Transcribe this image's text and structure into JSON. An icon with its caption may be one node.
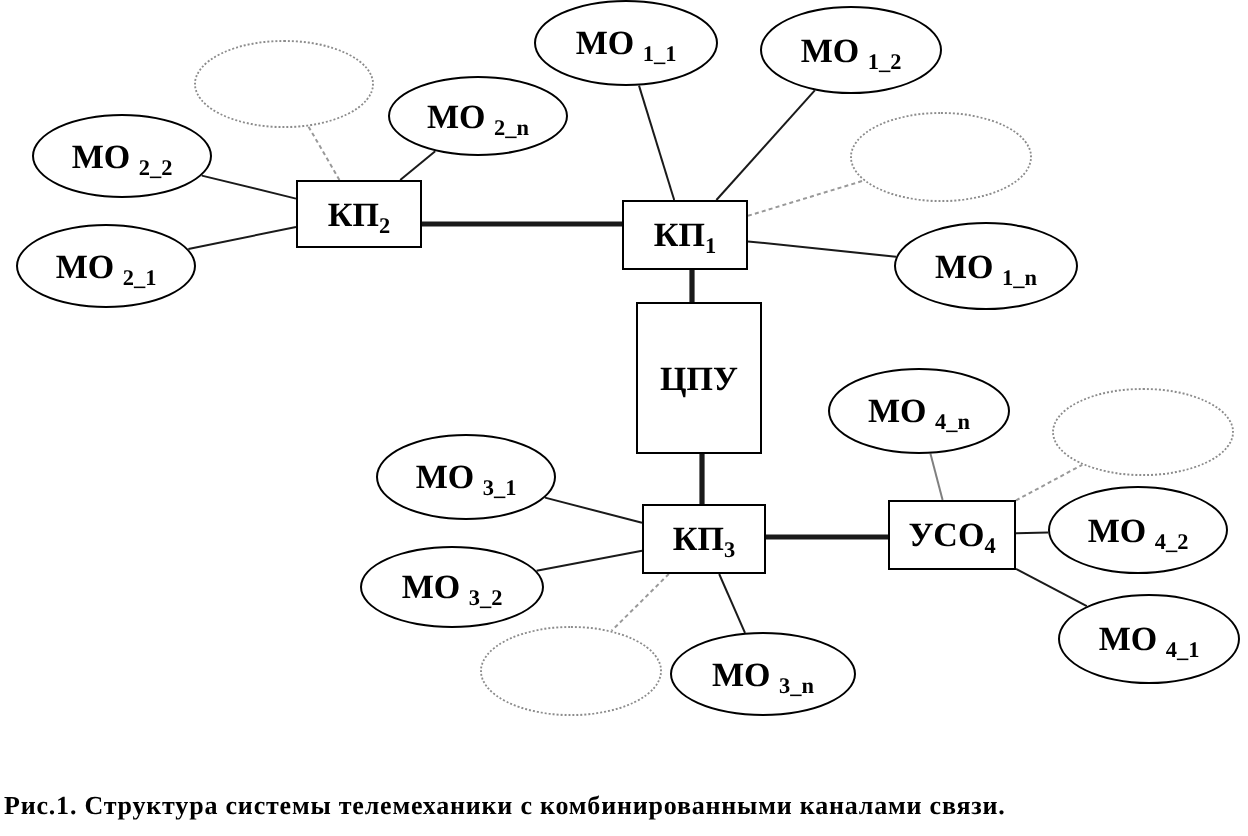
{
  "diagram": {
    "caption": "Рис.1. Структура системы телемеханики с комбинированными каналами связи.",
    "nodes": [
      {
        "text": [
          "КП$_{1}$"
        ]
      },
      {
        "text": [
          "МО $_{1_1}$"
        ]
      },
      {
        "text": [
          "МО $_{1_2}$"
        ]
      },
      {
        "text": [],
        "shape": "ellipse"
      },
      {
        "text": [
          "МО $_{1_n}$"
        ]
      },
      {
        "text": [
          "КП$_{2}$"
        ]
      },
      {
        "text": [
          "МО $_{2_1}$"
        ]
      },
      {
        "text": [
          "МО $_{2_2}$"
        ]
      },
      {
        "text": [],
        "shape": "ellipse"
      },
      {
        "text": [
          "МО $_{2_n}$"
        ]
      },
      {
        "text": [
          "ЦПУ"
        ]
      },
      {
        "text": [
          "КП$_{3}$"
        ]
      },
      {
        "text": [
          "МО $_{3_1}$"
        ]
      },
      {
        "text": [
          "МО $_{3_2}$"
        ]
      },
      {
        "text": [],
        "shape": "ellipse"
      },
      {
        "text": [
          "МО $_{3_n}$"
        ]
      },
      {
        "text": [
          "УСО$_{4}$"
        ]
      },
      {
        "text": [
          "МО $_{4_n}$"
        ]
      },
      {
        "text": [],
        "shape": "ellipse"
      },
      {
        "text": [
          "МО $_{4_2}$"
        ]
      },
      {
        "text": [
          "МО $_{4_1}$"
        ]
      }
    ],
    "edges": [
      {
        "from": 5,
        "to": 0,
        "arrow": "none",
        "style": "thick"
      },
      {
        "from": 0,
        "to": 10,
        "arrow": "none",
        "style": "thick"
      },
      {
        "from": 10,
        "to": 11,
        "arrow": "none",
        "style": "thick"
      },
      {
        "from": 11,
        "to": 16,
        "arrow": "none",
        "style": "thick"
      },
      {
        "from": 0,
        "to": 1,
        "arrow": "none"
      },
      {
        "from": 0,
        "to": 2,
        "arrow": "none"
      },
      {
        "from": 0,
        "to": 3,
        "arrow": "none",
        "style": "dashed",
        "color": "#999999"
      },
      {
        "from": 0,
        "to": 4,
        "arrow": "none"
      },
      {
        "from": 5,
        "to": 6,
        "arrow": "none"
      },
      {
        "from": 5,
        "to": 7,
        "arrow": "none"
      },
      {
        "from": 5,
        "to": 8,
        "arrow": "none",
        "style": "dashed",
        "color": "#999999"
      },
      {
        "from": 5,
        "to": 9,
        "arrow": "none"
      },
      {
        "from": 11,
        "to": 12,
        "arrow": "none"
      },
      {
        "from": 11,
        "to": 13,
        "arrow": "none"
      },
      {
        "from": 11,
        "to": 14,
        "arrow": "none",
        "style": "dashed",
        "color": "#999999"
      },
      {
        "from": 11,
        "to": 15,
        "arrow": "none"
      },
      {
        "from": 16,
        "to": 17,
        "arrow": "none",
        "color": "#808080"
      },
      {
        "from": 16,
        "to": 18,
        "arrow": "none",
        "style": "dashed",
        "color": "#999999"
      },
      {
        "from": 16,
        "to": 19,
        "arrow": "none"
      },
      {
        "from": 16,
        "to": 20,
        "arrow": "none"
      }
    ]
  }
}
